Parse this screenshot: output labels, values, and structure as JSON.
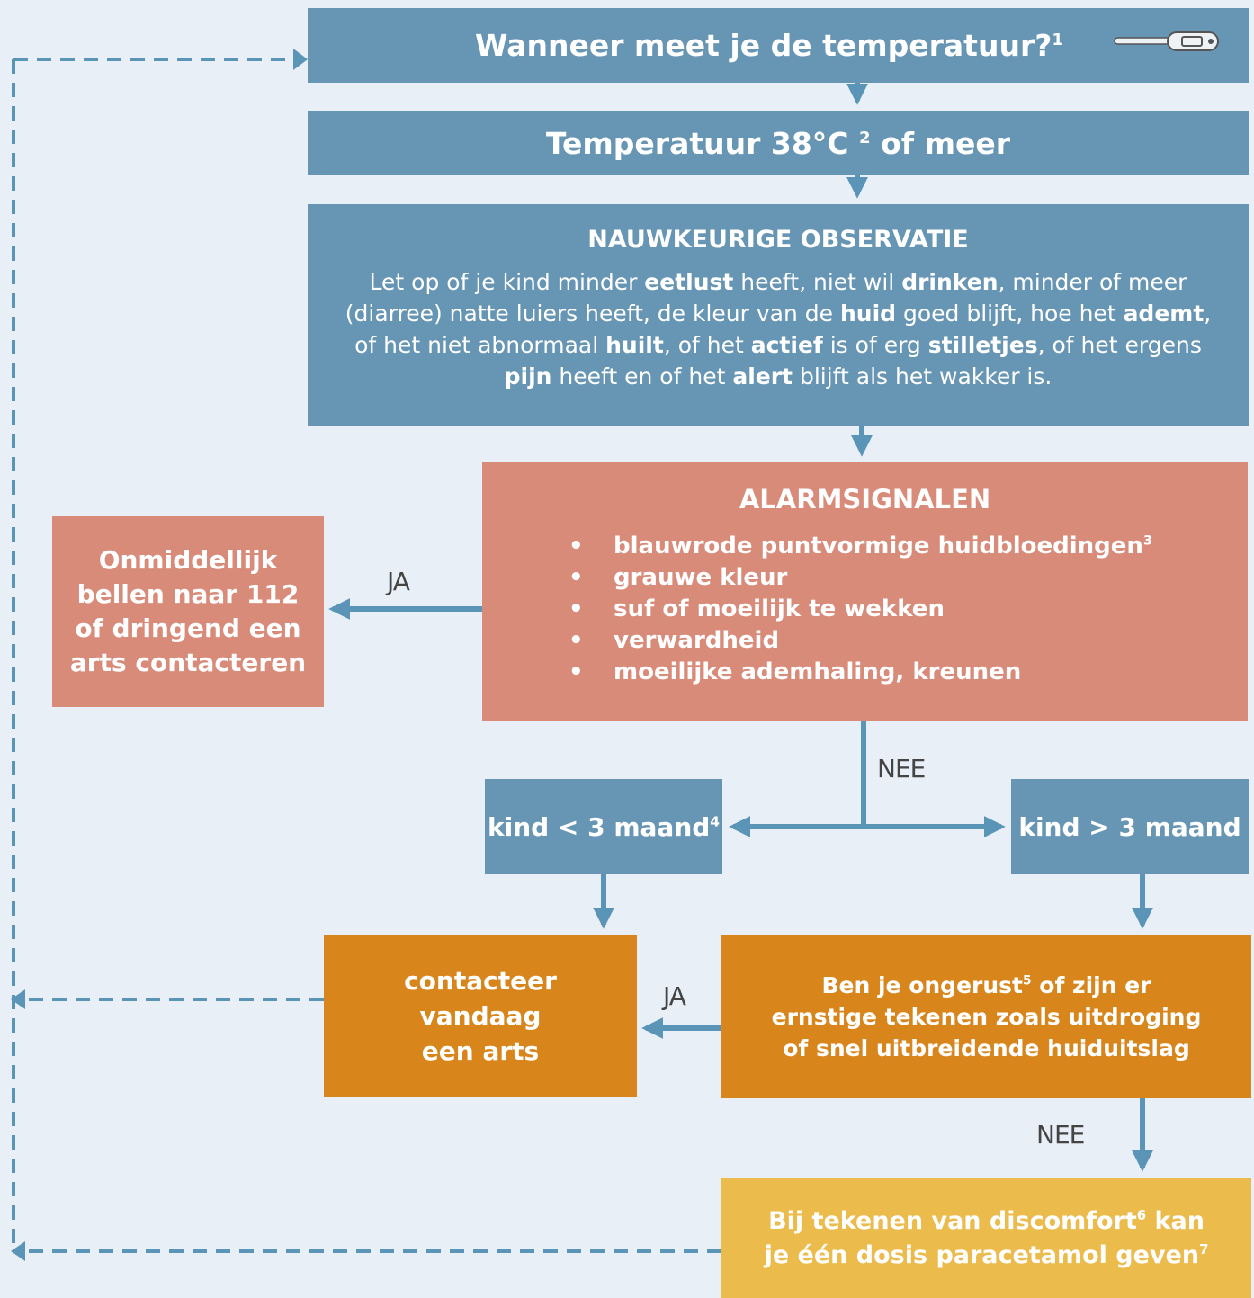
{
  "boxes": {
    "when": {
      "text": "Wanneer meet je de temperatuur?",
      "sup": "1"
    },
    "temp": {
      "text": "Temperatuur 38°C",
      "sup": "2",
      "suffix": "of meer"
    },
    "observation": {
      "title": "NAUWKEURIGE OBSERVATIE",
      "parts": [
        "Let op of je kind minder ",
        "eetlust",
        " heeft, niet wil ",
        "drinken",
        ", minder of meer (diarree) natte luiers heeft, de kleur van de ",
        "huid",
        " goed blijft, hoe het ",
        "ademt",
        ", of het niet abnormaal ",
        "huilt",
        ", of het ",
        "actief",
        " is of erg ",
        "stilletjes",
        ", of het ergens ",
        "pijn",
        " heeft en of het ",
        "alert",
        " blijft als het wakker is."
      ]
    },
    "alarm": {
      "title": "ALARMSIGNALEN",
      "items": [
        {
          "text": "blauwrode puntvormige huidbloedingen",
          "sup": "3"
        },
        {
          "text": "grauwe kleur"
        },
        {
          "text": "suf of moeilijk te wekken"
        },
        {
          "text": "verwardheid"
        },
        {
          "text": "moeilijke ademhaling, kreunen"
        }
      ]
    },
    "emergency": {
      "text": "Onmiddellijk bellen naar 112 of dringend een arts contacteren"
    },
    "child_young": {
      "text": "kind < 3 maand",
      "sup": "4"
    },
    "child_old": {
      "text": "kind > 3 maand"
    },
    "contact_today": {
      "lines": [
        "contacteer",
        "vandaag",
        "een arts"
      ]
    },
    "worried": {
      "pre": "Ben je ongerust",
      "sup": "5",
      "post": " of zijn er ernstige tekenen zoals uitdroging of snel uitbreidende huiduitslag"
    },
    "paracetamol": {
      "pre": "Bij tekenen van discomfort",
      "sup": "6",
      "mid": " kan je één dosis paracetamol geven",
      "sup2": "7"
    }
  },
  "labels": {
    "ja_1": "JA",
    "nee_1": "NEE",
    "ja_2": "JA",
    "nee_2": "NEE"
  },
  "colors": {
    "background": "#e8eff6",
    "blue": "#6795b4",
    "salmon": "#d98b7a",
    "orange": "#d8861c",
    "yellow": "#ebbb4b",
    "arrow": "#5a95b8"
  },
  "icons": {
    "thermometer": "thermometer-icon"
  }
}
